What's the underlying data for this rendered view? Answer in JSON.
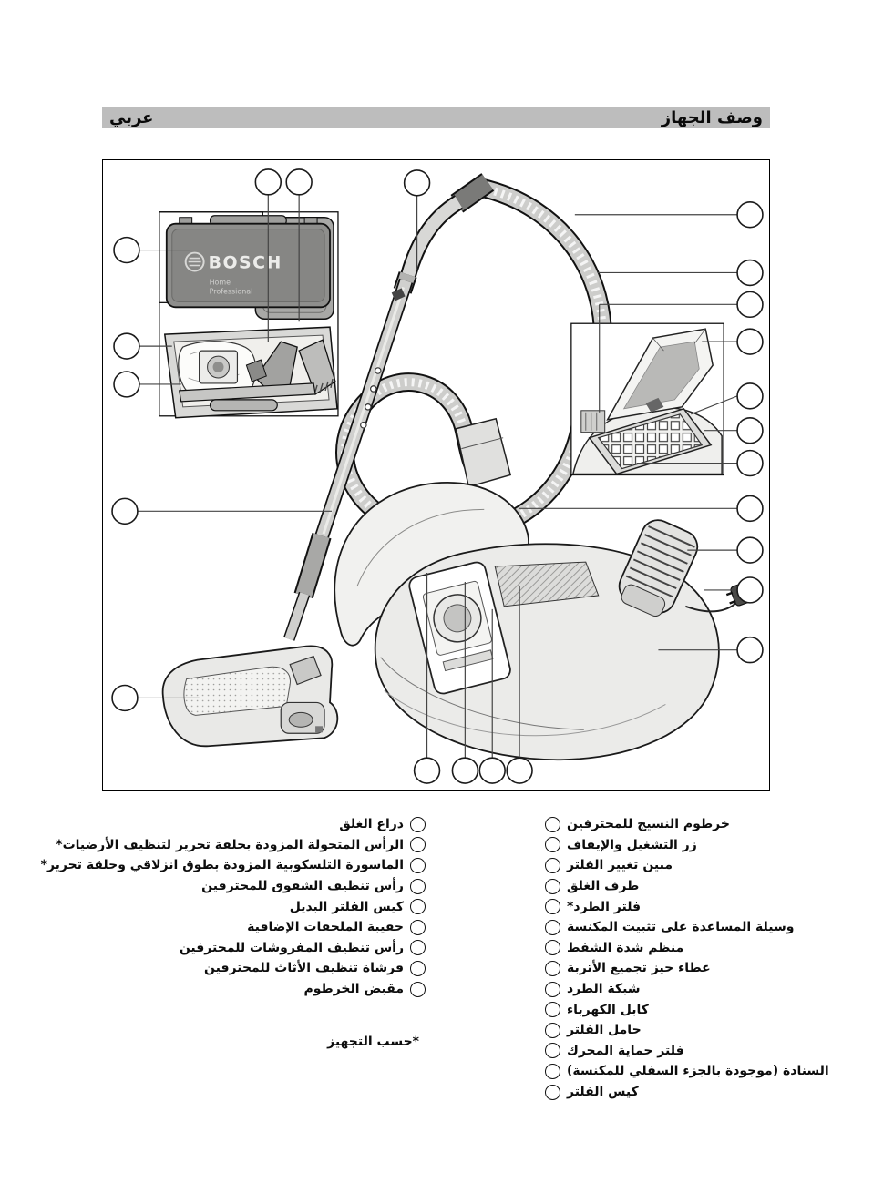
{
  "header": {
    "language": "عربي",
    "section_title": "وصف الجهاز"
  },
  "case_label": {
    "brand": "BOSCH",
    "line1": "Home",
    "line2": "Professional"
  },
  "parts_right": [
    "خرطوم النسيج للمحترفين",
    "زر التشغيل والإيقاف",
    "مبين تغيير الفلتر",
    "طرف الغلق",
    "فلتر الطرد*",
    "وسيلة المساعدة على تثبيت المكنسة",
    "منظم شدة الشفط",
    "غطاء حيز تجميع الأتربة",
    "شبكة الطرد",
    "كابل الكهرباء",
    "حامل الفلتر",
    "فلتر حماية المحرك",
    "السنادة (موجودة بالجزء السفلي للمكنسة)",
    "كيس الفلتر"
  ],
  "parts_left": [
    "ذراع الغلق",
    "الرأس المتحولة المزودة بحلقة تحرير لتنظيف الأرضيات*",
    "الماسورة التلسكوبية المزودة بطوق انزلاقي وحلقة تحرير*",
    "رأس تنظيف الشقوق للمحترفين",
    "كيس الفلتر البديل",
    "حقيبة الملحقات الإضافية",
    "رأس تنظيف المفروشات للمحترفين",
    "فرشاة تنظيف الأثاث للمحترفين",
    "مقبض الخرطوم"
  ],
  "footnote": "*حسب التجهيز",
  "colors": {
    "header_bar": "#bdbdbd",
    "line_art": "#1a1a1a",
    "case_dark": "#8e8e8c"
  }
}
